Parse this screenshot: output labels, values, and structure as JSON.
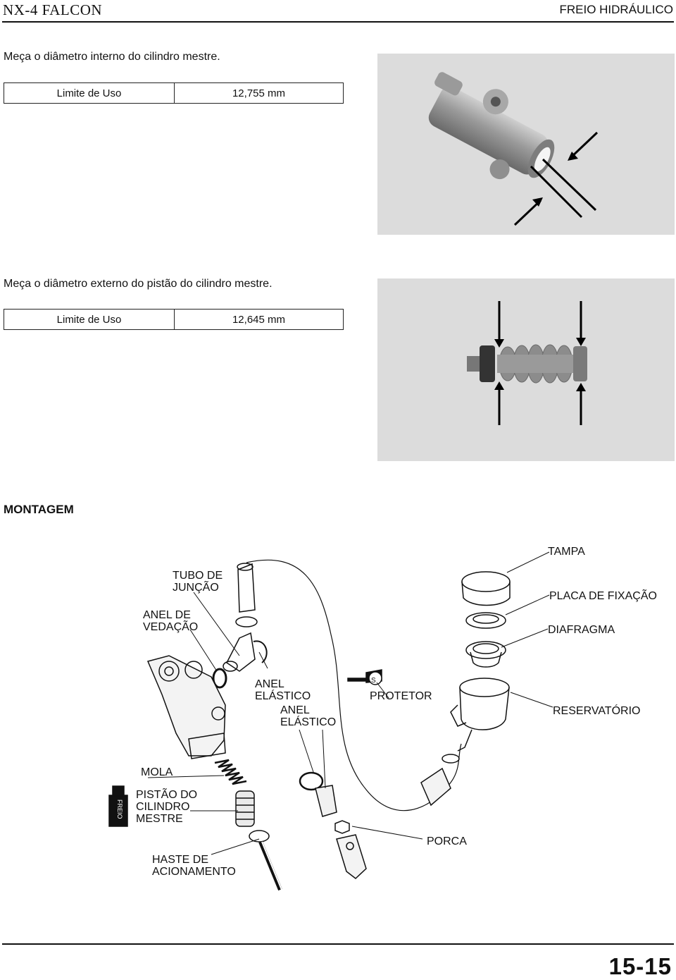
{
  "header": {
    "left": "NX-4  FALCON",
    "right": "FREIO HIDRÁULICO"
  },
  "step1": {
    "text": "Meça o diâmetro interno do cilindro mestre.",
    "spec_label": "Limite de Uso",
    "spec_value": "12,755 mm"
  },
  "step2": {
    "text": "Meça o diâmetro externo do pistão do cilindro mestre.",
    "spec_label": "Limite de Uso",
    "spec_value": "12,645 mm"
  },
  "section_title": "MONTAGEM",
  "diagram": {
    "labels": {
      "tampa": "TAMPA",
      "tubo": "TUBO DE\nJUNÇÃO",
      "placa": "PLACA DE FIXAÇÃO",
      "anel_vedacao": "ANEL DE\nVEDAÇÃO",
      "diafragma": "DIAFRAGMA",
      "anel_elastico_1": "ANEL\nELÁSTICO",
      "anel_elastico_2": "ANEL\nELÁSTICO",
      "protetor": "PROTETOR",
      "reservatorio": "RESERVATÓRIO",
      "mola": "MOLA",
      "pistao": "PISTÃO DO\nCILINDRO\nMESTRE",
      "haste": "HASTE DE\nACIONAMENTO",
      "porca": "PORCA",
      "freio_tube": "FREIO",
      "grease_mark": "S"
    }
  },
  "page_number": "15-15"
}
